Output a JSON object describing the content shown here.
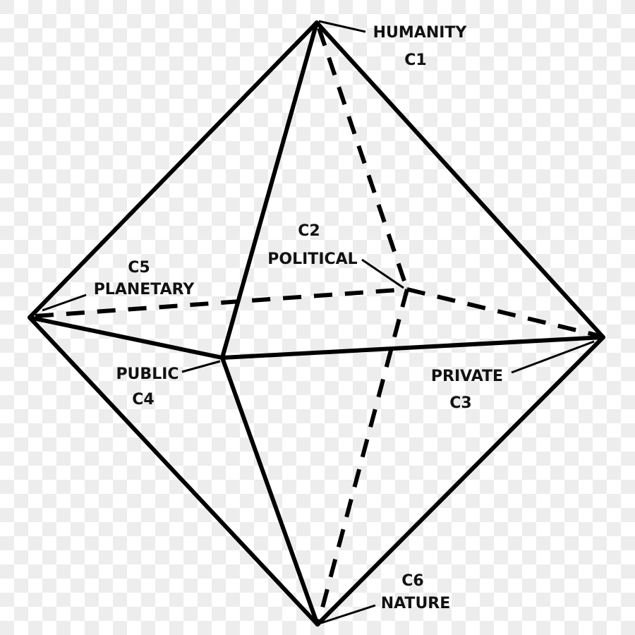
{
  "diagram": {
    "type": "octahedron",
    "vertices": {
      "c1": {
        "code": "C1",
        "name": "HUMANITY"
      },
      "c2": {
        "code": "C2",
        "name": "POLITICAL"
      },
      "c3": {
        "code": "C3",
        "name": "PRIVATE"
      },
      "c4": {
        "code": "C4",
        "name": "PUBLIC"
      },
      "c5": {
        "code": "C5",
        "name": "PLANETARY"
      },
      "c6": {
        "code": "C6",
        "name": "NATURE"
      }
    },
    "solid_edges": [
      [
        "C1",
        "C5"
      ],
      [
        "C1",
        "C3"
      ],
      [
        "C1",
        "C4"
      ],
      [
        "C6",
        "C5"
      ],
      [
        "C6",
        "C3"
      ],
      [
        "C6",
        "C4"
      ],
      [
        "C5",
        "C4"
      ],
      [
        "C4",
        "C3"
      ]
    ],
    "hidden_edges": [
      [
        "C1",
        "C2"
      ],
      [
        "C2",
        "C6"
      ],
      [
        "C5",
        "C2"
      ],
      [
        "C2",
        "C3"
      ]
    ]
  }
}
